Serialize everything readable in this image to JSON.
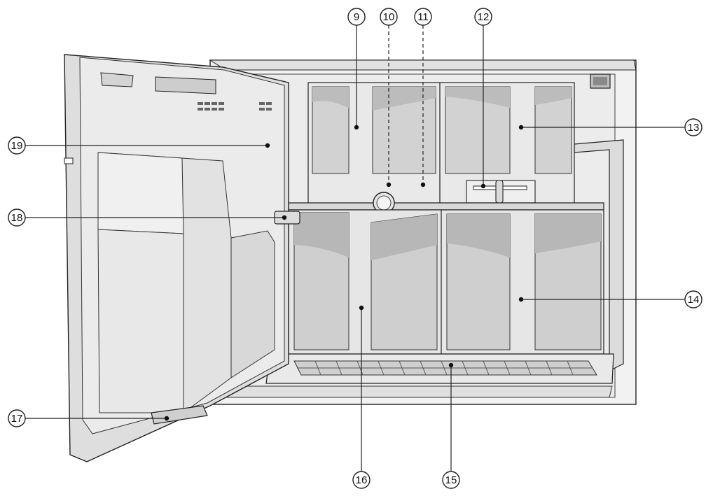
{
  "callouts": [
    {
      "id": "c9",
      "label": "9"
    },
    {
      "id": "c10",
      "label": "10"
    },
    {
      "id": "c11",
      "label": "11"
    },
    {
      "id": "c12",
      "label": "12"
    },
    {
      "id": "c13",
      "label": "13"
    },
    {
      "id": "c14",
      "label": "14"
    },
    {
      "id": "c15",
      "label": "15"
    },
    {
      "id": "c16",
      "label": "16"
    },
    {
      "id": "c17",
      "label": "17"
    },
    {
      "id": "c18",
      "label": "18"
    },
    {
      "id": "c19",
      "label": "19"
    }
  ],
  "colors": {
    "line": "#222222",
    "panel_light": "#e4e4e4",
    "panel_mid": "#cfcfcf",
    "panel_dark": "#b9b9b9",
    "background": "#ffffff"
  }
}
